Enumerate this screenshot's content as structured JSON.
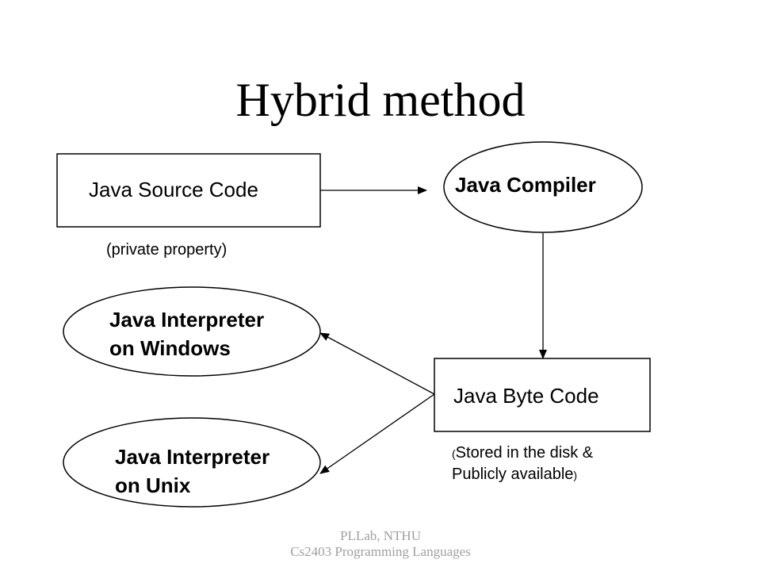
{
  "title": "Hybrid method",
  "nodes": {
    "source": {
      "label": "Java Source Code",
      "note": "(private property)"
    },
    "compiler": {
      "label": "Java Compiler"
    },
    "bytecode": {
      "label": "Java Byte Code",
      "note_open": "(",
      "note_line1": "Stored in the disk &",
      "note_line2": "Publicly available",
      "note_close": ")"
    },
    "interp_windows": {
      "line1": "Java Interpreter",
      "line2": "on Windows"
    },
    "interp_unix": {
      "line1": "Java Interpreter",
      "line2": "on Unix"
    }
  },
  "footer": {
    "line1": "PLLab, NTHU",
    "line2": "Cs2403 Programming Languages"
  }
}
